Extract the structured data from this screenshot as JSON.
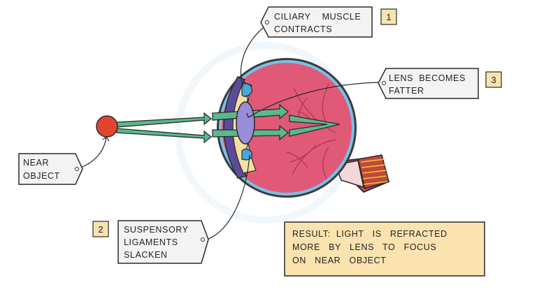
{
  "colors": {
    "tag_fill": "#f3f3f3",
    "number_fill": "#fbe3b0",
    "result_fill": "#fbe3b0",
    "light_rays": "#59b98d",
    "near_object": "#e2452f",
    "eyeball": "#e05a78",
    "lens": "#9a8cd8",
    "cornea": "#f6dfa0",
    "ligaments": "#49a7dd"
  },
  "labels": {
    "ciliary": {
      "number": "1",
      "lines": [
        "CILIARY    MUSCLE",
        "CONTRACTS"
      ]
    },
    "suspensory": {
      "number": "2",
      "lines": [
        "SUSPENSORY",
        "LIGAMENTS",
        "SLACKEN"
      ]
    },
    "lens": {
      "number": "3",
      "lines": [
        "LENS  BECOMES",
        "FATTER"
      ]
    },
    "near_object": {
      "lines": [
        "NEAR",
        "OBJECT"
      ]
    }
  },
  "result": {
    "lines": [
      "RESULT:  LIGHT   IS   REFRACTED",
      "MORE   BY   LENS   TO   FOCUS",
      "ON   NEAR   OBJECT"
    ]
  }
}
